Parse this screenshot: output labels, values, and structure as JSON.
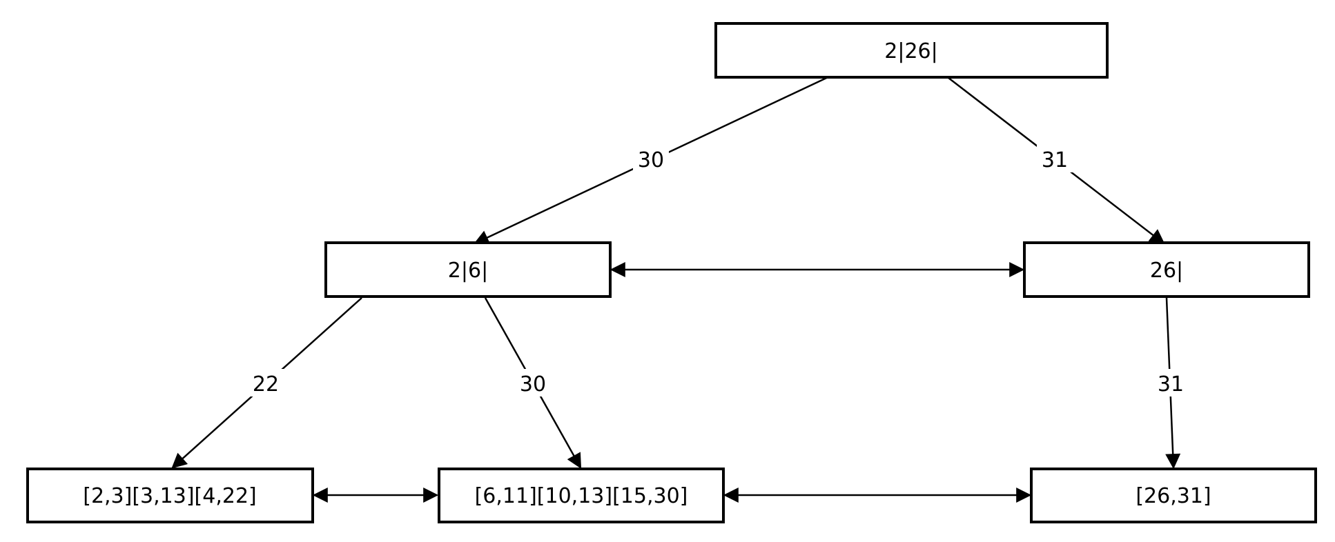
{
  "nodes": {
    "root": {
      "label": "2|26|"
    },
    "mid_left": {
      "label": "2|6|"
    },
    "mid_right": {
      "label": "26|"
    },
    "leaf_left": {
      "label": "[2,3][3,13][4,22]"
    },
    "leaf_mid": {
      "label": "[6,11][10,13][15,30]"
    },
    "leaf_right": {
      "label": "[26,31]"
    }
  },
  "edges": {
    "root_to_mid_left": {
      "label": "30"
    },
    "root_to_mid_right": {
      "label": "31"
    },
    "mid_left_to_leaf_left": {
      "label": "22"
    },
    "mid_left_to_leaf_mid": {
      "label": "30"
    },
    "mid_right_to_leaf_right": {
      "label": "31"
    }
  },
  "colors": {
    "stroke": "#000000",
    "fill": "#ffffff"
  }
}
